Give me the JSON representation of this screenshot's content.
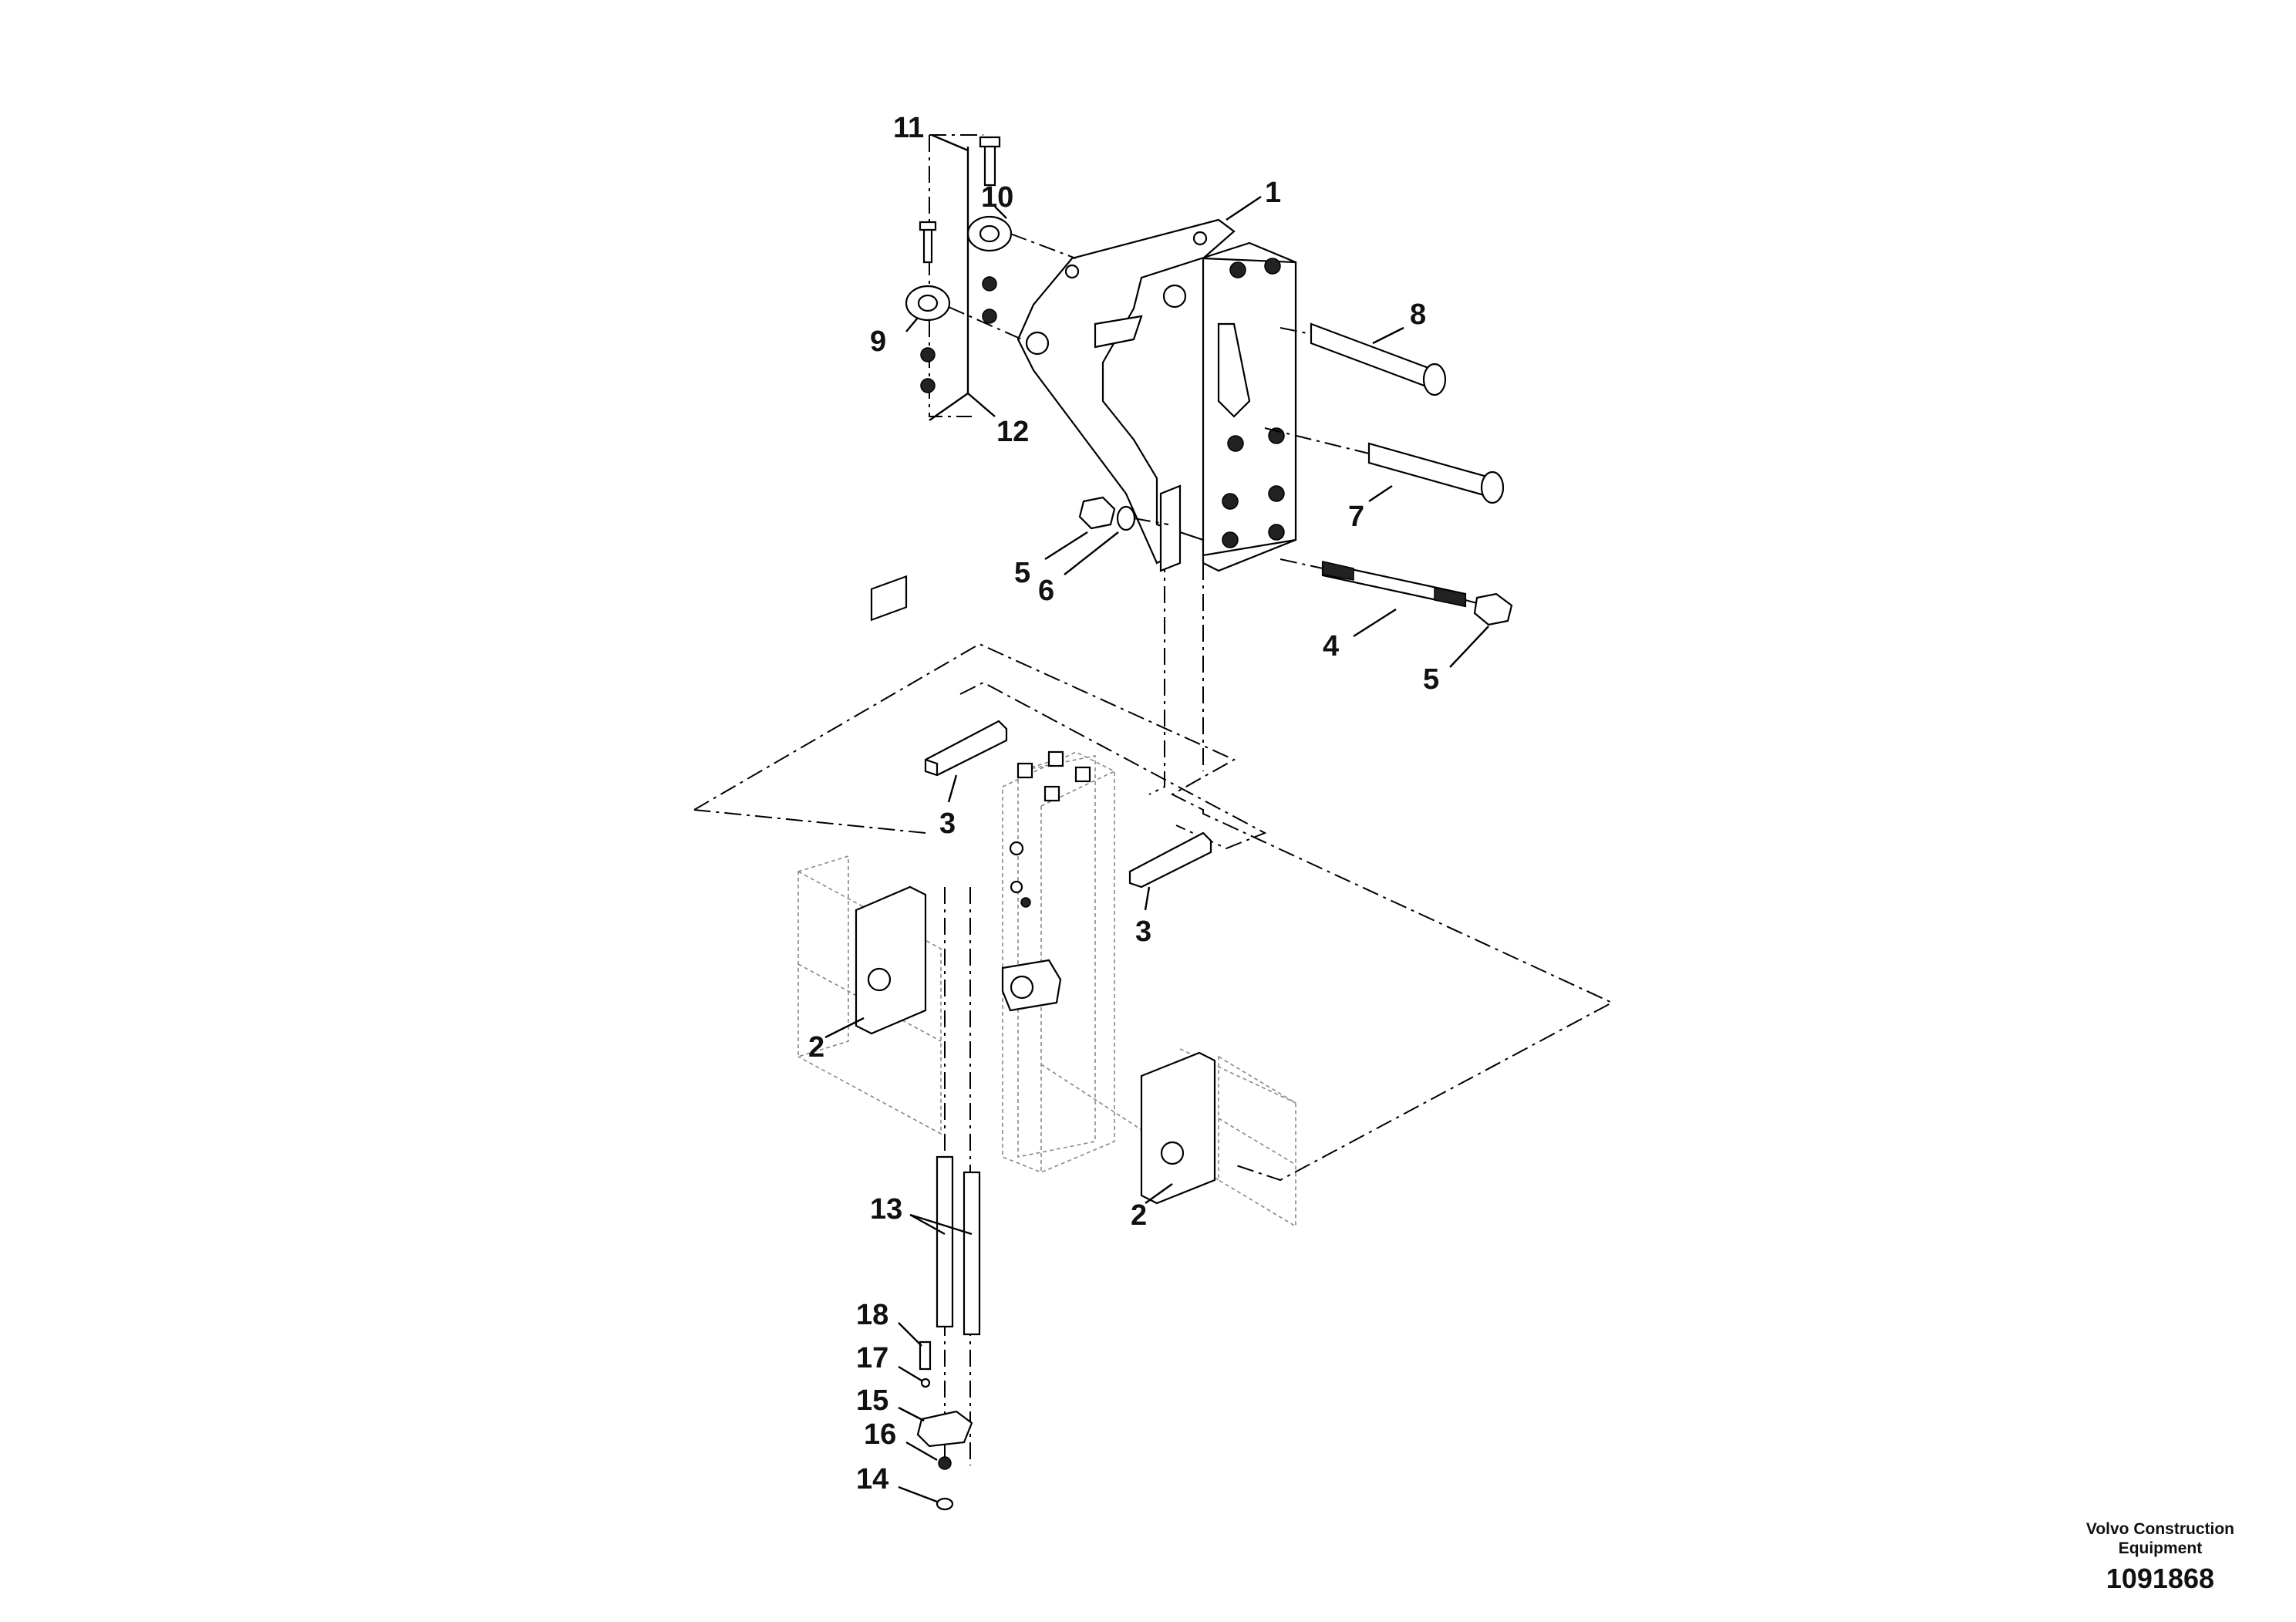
{
  "callouts": [
    {
      "id": "1",
      "label": "1"
    },
    {
      "id": "2a",
      "label": "2"
    },
    {
      "id": "2b",
      "label": "2"
    },
    {
      "id": "3a",
      "label": "3"
    },
    {
      "id": "3b",
      "label": "3"
    },
    {
      "id": "4",
      "label": "4"
    },
    {
      "id": "5a",
      "label": "5"
    },
    {
      "id": "5b",
      "label": "5"
    },
    {
      "id": "6",
      "label": "6"
    },
    {
      "id": "7",
      "label": "7"
    },
    {
      "id": "8",
      "label": "8"
    },
    {
      "id": "9",
      "label": "9"
    },
    {
      "id": "10",
      "label": "10"
    },
    {
      "id": "11",
      "label": "11"
    },
    {
      "id": "12",
      "label": "12"
    },
    {
      "id": "13",
      "label": "13"
    },
    {
      "id": "14",
      "label": "14"
    },
    {
      "id": "15",
      "label": "15"
    },
    {
      "id": "16",
      "label": "16"
    },
    {
      "id": "17",
      "label": "17"
    },
    {
      "id": "18",
      "label": "18"
    }
  ],
  "footer": {
    "brand_line1": "Volvo Construction",
    "brand_line2": "Equipment",
    "document_number": "1091868"
  }
}
